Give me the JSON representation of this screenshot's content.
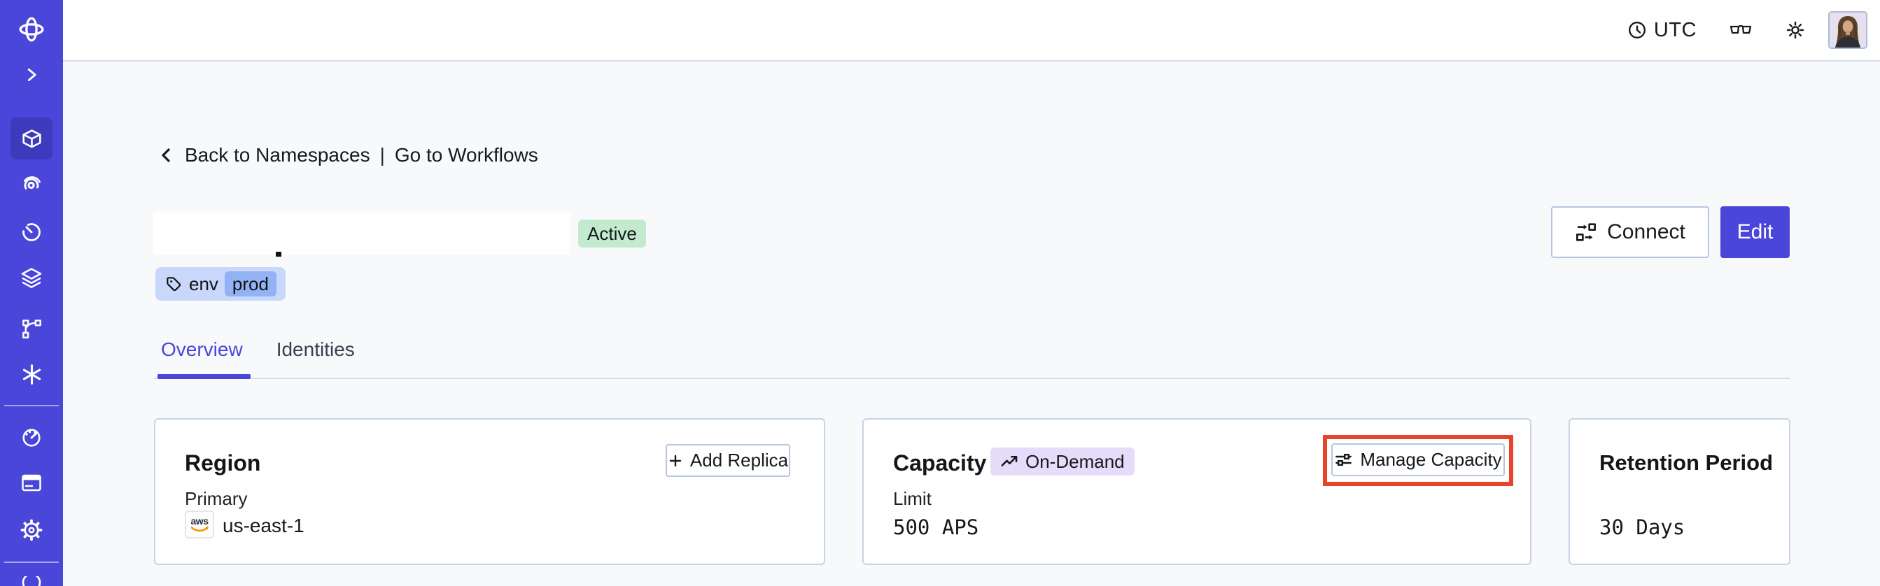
{
  "topbar": {
    "timezone": "UTC"
  },
  "breadcrumb": {
    "back": "Back to Namespaces",
    "separator": "|",
    "forward": "Go to Workflows"
  },
  "namespace": {
    "status": "Active",
    "tag_key": "env",
    "tag_value": "prod"
  },
  "actions": {
    "connect": "Connect",
    "edit": "Edit"
  },
  "tabs": [
    {
      "label": "Overview",
      "active": true
    },
    {
      "label": "Identities",
      "active": false
    }
  ],
  "cards": {
    "region": {
      "title": "Region",
      "action": "Add Replica",
      "label": "Primary",
      "provider": "aws",
      "value": "us-east-1"
    },
    "capacity": {
      "title": "Capacity",
      "badge": "On-Demand",
      "action": "Manage Capacity",
      "label": "Limit",
      "value": "500 APS"
    },
    "retention": {
      "title": "Retention Period",
      "value": "30 Days"
    }
  },
  "annotation": {
    "type": "highlight-box",
    "target": "manage-capacity-button",
    "color": "#E8432B"
  },
  "colors": {
    "accent_indigo": "#4A46D9",
    "sidebar_active": "#3D3ABE",
    "status_green_bg": "#C3E9CF",
    "ondemand_purple_bg": "#E4DCF9",
    "tag_blue_bg": "#C9D7FB",
    "tag_blue_inner": "#92B2F4",
    "highlight_red": "#E8432B",
    "aws_orange": "#F79400",
    "page_bg": "#F8F9FB"
  },
  "icons": {
    "sidebar": [
      "temporal-logo-icon",
      "chevron-right-icon",
      "cube-icon",
      "spiral-icon",
      "timer-icon",
      "layers-icon",
      "branch-icon",
      "asterisk-icon",
      "gauge-icon",
      "billing-card-icon",
      "gear-icon",
      "profile-partial-icon"
    ],
    "topbar": [
      "clock-icon",
      "glasses-icon",
      "sun-icon",
      "avatar"
    ],
    "content": [
      "chevron-left-icon",
      "tag-icon",
      "plus-icon",
      "trending-up-icon",
      "sliders-icon",
      "connect-flow-icon",
      "aws-logo-icon"
    ]
  }
}
